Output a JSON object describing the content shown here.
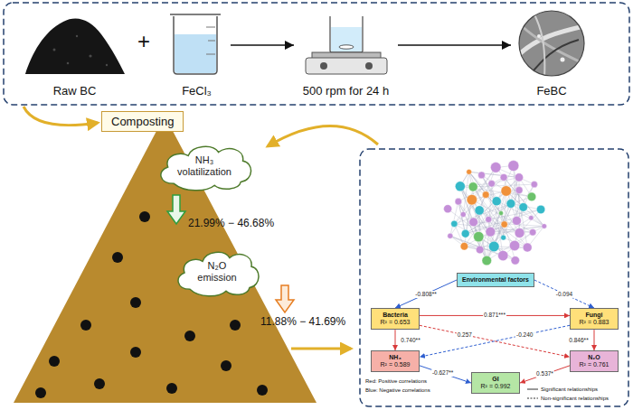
{
  "diagram": {
    "nodes": [
      {
        "text": [
          "Raw BC"
        ]
      },
      {
        "text": [
          "FeCl₃"
        ]
      },
      {
        "text": [
          "500 rpm for 24 h"
        ]
      },
      {
        "text": [
          "FeBC"
        ]
      },
      {
        "text": [
          "Composting"
        ]
      },
      {
        "text": [
          "NH₃ volatilization"
        ]
      },
      {
        "text": [
          "N₂O emission"
        ]
      },
      {
        "text": [
          "Environmental factors"
        ]
      },
      {
        "text": [
          "Bacteria",
          "R² = 0.653"
        ]
      },
      {
        "text": [
          "Fungi",
          "R² = 0.883"
        ]
      },
      {
        "text": [
          "NH₃",
          "R² = 0.589"
        ]
      },
      {
        "text": [
          "N₂O",
          "R² = 0.761"
        ]
      },
      {
        "text": [
          "GI",
          "R² = 0.992"
        ]
      }
    ],
    "edges": [
      {
        "from": 1,
        "to": 2,
        "arrow": "to"
      },
      {
        "from": 2,
        "to": 3,
        "arrow": "to"
      },
      {
        "from": 7,
        "to": 8,
        "label": "-0.808**",
        "arrow": "to"
      },
      {
        "from": 7,
        "to": 9,
        "label": "-0.094",
        "arrow": "to"
      },
      {
        "from": 8,
        "to": 9,
        "label": "0.871***",
        "arrow": "to"
      },
      {
        "from": 8,
        "to": 10,
        "label": "0.740**",
        "arrow": "to"
      },
      {
        "from": 9,
        "to": 11,
        "label": "0.846**",
        "arrow": "to"
      },
      {
        "from": 8,
        "to": 11,
        "label": "0.257",
        "arrow": "to"
      },
      {
        "from": 9,
        "to": 10,
        "label": "-0.240",
        "arrow": "to"
      },
      {
        "from": 10,
        "to": 12,
        "label": "-0.627**",
        "arrow": "to"
      },
      {
        "from": 11,
        "to": 12,
        "label": "0.537*",
        "arrow": "to"
      }
    ],
    "labels": [
      "+",
      "21.99% − 46.68%",
      "11.88% − 41.69%",
      "Red: Positive correlations",
      "Blue: Negative correlations"
    ],
    "legend": [
      {
        "text": "Significant relationships"
      },
      {
        "text": "Non-significant relationships"
      }
    ]
  }
}
